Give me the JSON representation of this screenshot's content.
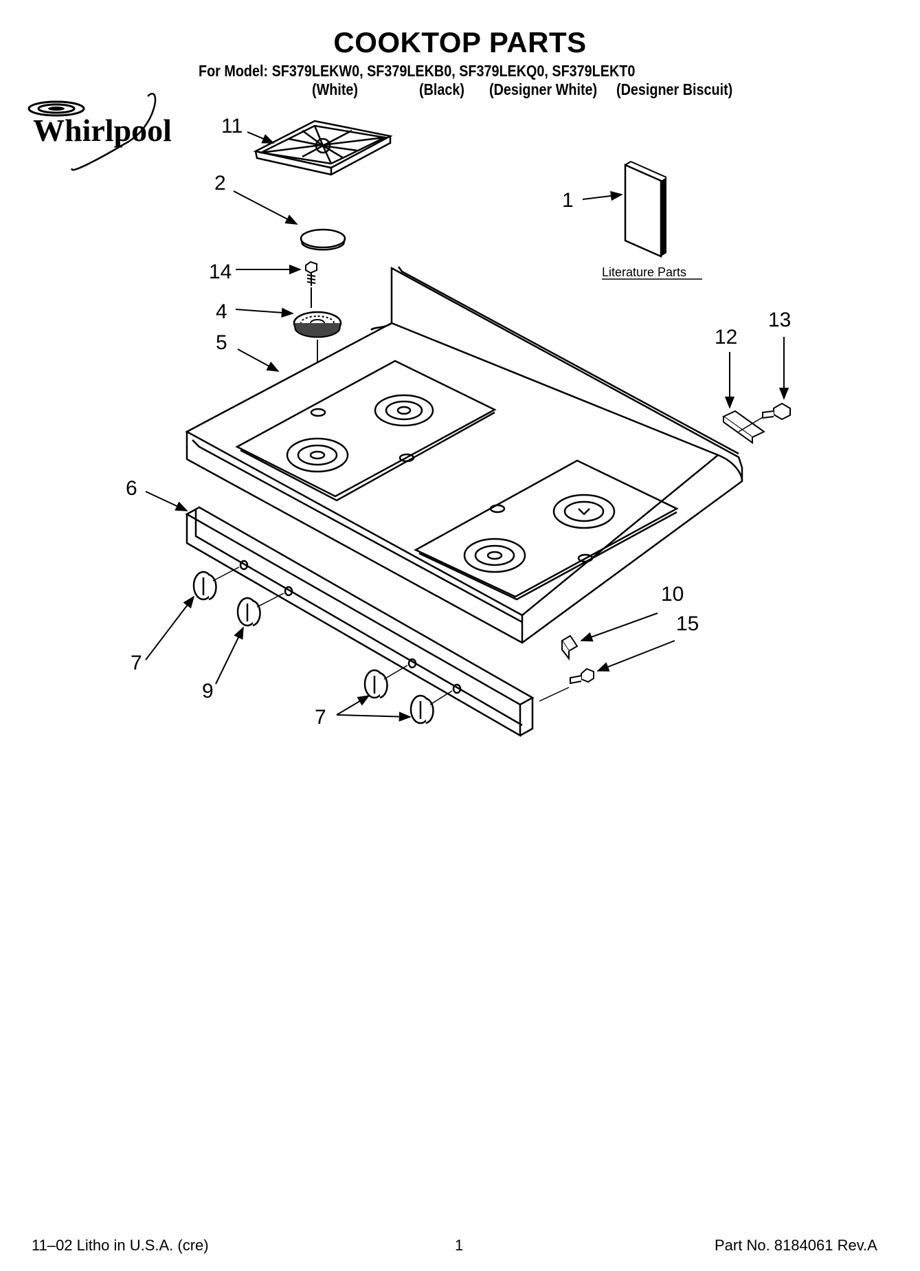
{
  "header": {
    "title": "COOKTOP PARTS",
    "models_line": "For Model: SF379LEKW0, SF379LEKB0, SF379LEKQ0, SF379LEKT0",
    "variants": [
      "(White)",
      "(Black)",
      "(Designer White)",
      "(Designer Biscuit)"
    ]
  },
  "logo": {
    "text": "Whirlpool"
  },
  "diagram": {
    "literature_label": "Literature Parts",
    "callouts": {
      "c1": "1",
      "c2": "2",
      "c4": "4",
      "c5": "5",
      "c6": "6",
      "c7a": "7",
      "c7b": "7",
      "c9": "9",
      "c10": "10",
      "c11": "11",
      "c12": "12",
      "c13": "13",
      "c14": "14",
      "c15": "15"
    }
  },
  "footer": {
    "left": "11–02 Litho in U.S.A. (cre)",
    "page": "1",
    "part_no": "Part No. 8184061 Rev.A"
  }
}
